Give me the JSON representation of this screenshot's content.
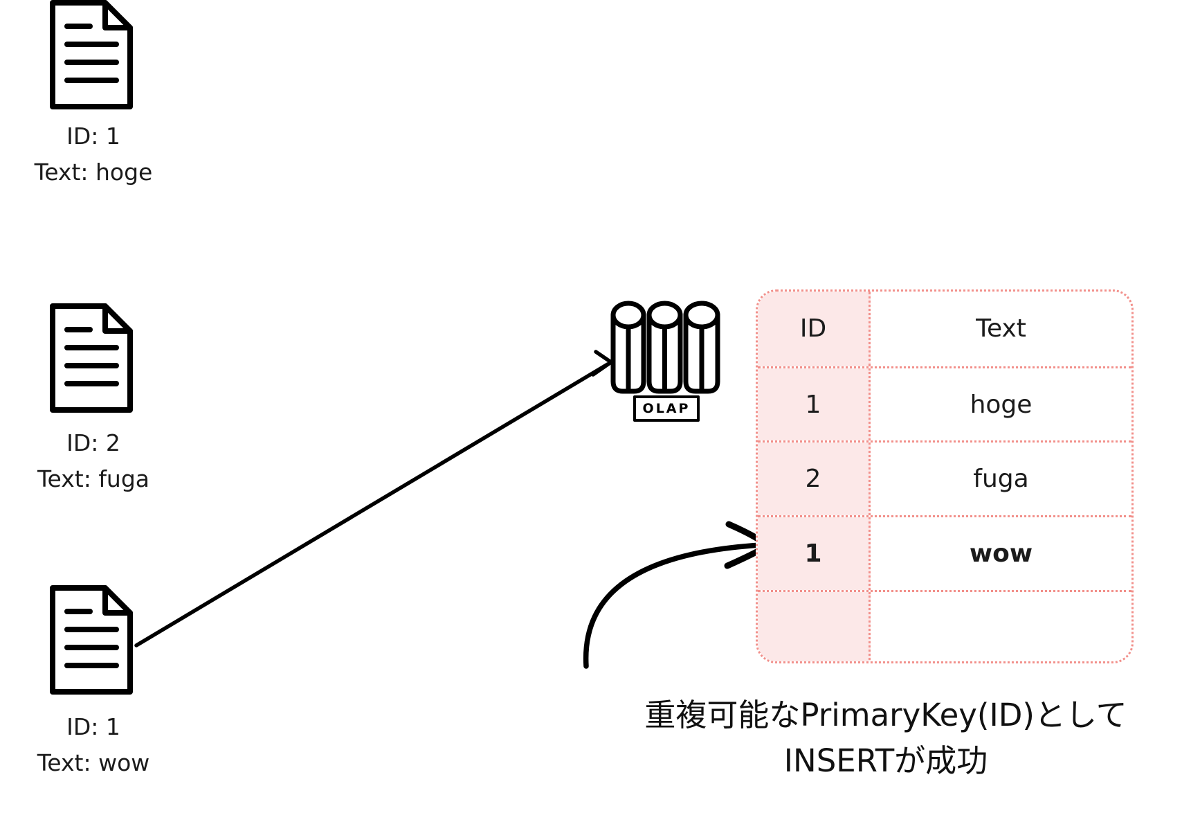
{
  "diagram": {
    "documents": [
      {
        "id_label": "ID: 1",
        "text_label": "Text: hoge"
      },
      {
        "id_label": "ID: 2",
        "text_label": "Text: fuga"
      },
      {
        "id_label": "ID: 1",
        "text_label": "Text: wow"
      }
    ],
    "database": {
      "label": "OLAP"
    },
    "table": {
      "headers": [
        "ID",
        "Text"
      ],
      "rows": [
        {
          "id": "1",
          "text": "hoge",
          "bold": false
        },
        {
          "id": "2",
          "text": "fuga",
          "bold": false
        },
        {
          "id": "1",
          "text": "wow",
          "bold": true
        },
        {
          "id": "",
          "text": "",
          "bold": false
        }
      ],
      "id_column_fill": "#fce8e8",
      "dotted_border_color": "#f2908b"
    },
    "annotation": {
      "line1": "重複可能なPrimaryKey(ID)として",
      "line2": "INSERTが成功"
    },
    "colors": {
      "stroke": "#000000",
      "text": "#1b1b1b"
    }
  }
}
